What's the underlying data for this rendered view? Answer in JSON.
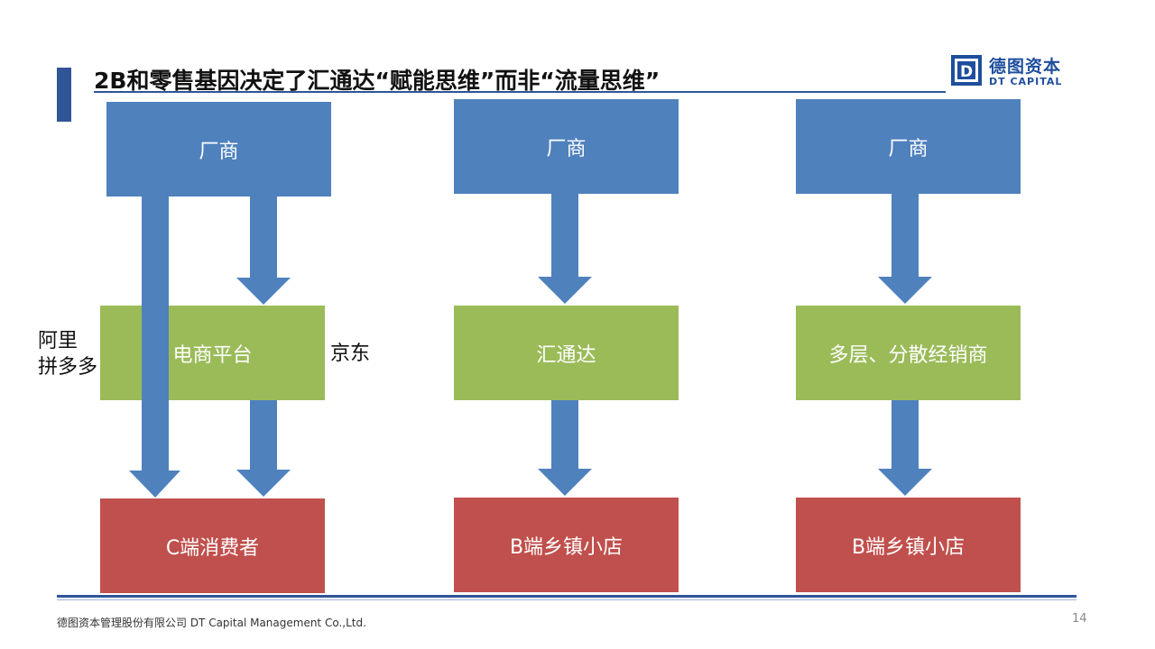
{
  "header": {
    "title": "2B和零售基因决定了汇通达“赋能思维”而非“流量思维”",
    "logo_cn": "德图资本",
    "logo_en": "DT CAPITAL",
    "logo_mark": "D"
  },
  "columns": [
    {
      "top": "厂商",
      "middle": "电商平台",
      "bottom": "C端消费者"
    },
    {
      "top": "厂商",
      "middle": "汇通达",
      "bottom": "B端乡镇小店"
    },
    {
      "top": "厂商",
      "middle": "多层、分散经销商",
      "bottom": "B端乡镇小店"
    }
  ],
  "side_labels": {
    "left_line1": "阿里",
    "left_line2": "拼多多",
    "right": "京东"
  },
  "footer": {
    "company": "德图资本管理股份有限公司  DT Capital Management  Co.,Ltd.",
    "page_number": "14"
  },
  "colors": {
    "accent": "#2f5597",
    "box_blue": "#4f81bd",
    "box_green": "#9bbb59",
    "box_red": "#c0504d"
  }
}
